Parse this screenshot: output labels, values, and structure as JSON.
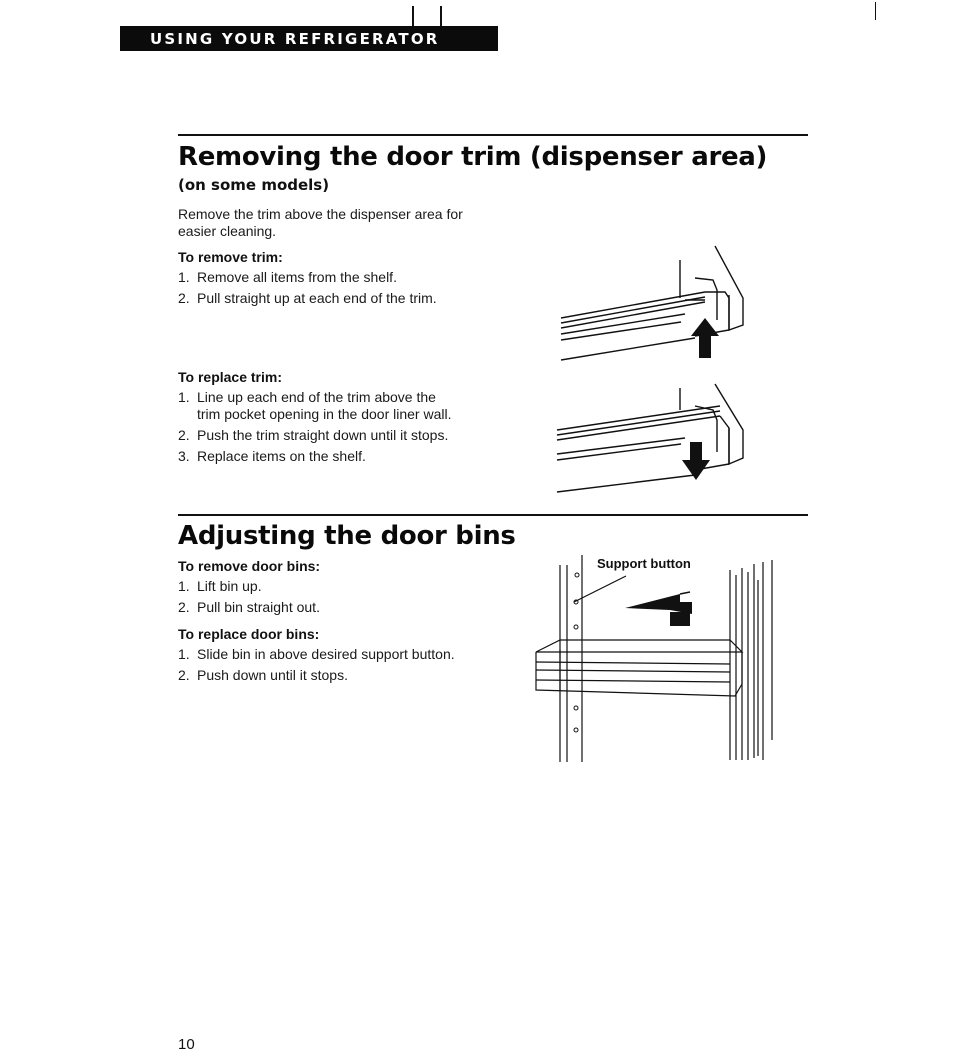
{
  "header": {
    "banner": "USING YOUR REFRIGERATOR"
  },
  "section1": {
    "title": "Removing the door trim (dispenser area)",
    "subtitle": "(on some models)",
    "intro": "Remove the trim above the dispenser area for easier cleaning.",
    "remove_label": "To remove trim:",
    "remove_steps": [
      {
        "num": "1.",
        "text": "Remove all items from the shelf."
      },
      {
        "num": "2.",
        "text": "Pull straight up at each end of the trim."
      }
    ],
    "replace_label": "To replace trim:",
    "replace_steps": [
      {
        "num": "1.",
        "text": "Line up each end of the trim above the",
        "cont": "trim pocket opening in the door liner wall."
      },
      {
        "num": "2.",
        "text": "Push the trim straight down until it stops."
      },
      {
        "num": "3.",
        "text": "Replace items on the shelf."
      }
    ]
  },
  "section2": {
    "title": "Adjusting the door bins",
    "remove_label": "To remove door bins:",
    "remove_steps": [
      {
        "num": "1.",
        "text": "Lift bin up."
      },
      {
        "num": "2.",
        "text": "Pull bin straight out."
      }
    ],
    "replace_label": "To replace door bins:",
    "replace_steps": [
      {
        "num": "1.",
        "text": "Slide bin in above desired support button."
      },
      {
        "num": "2.",
        "text": "Push down until it stops."
      }
    ],
    "figure_caption": "Support button"
  },
  "footer": {
    "page_number": "10"
  }
}
